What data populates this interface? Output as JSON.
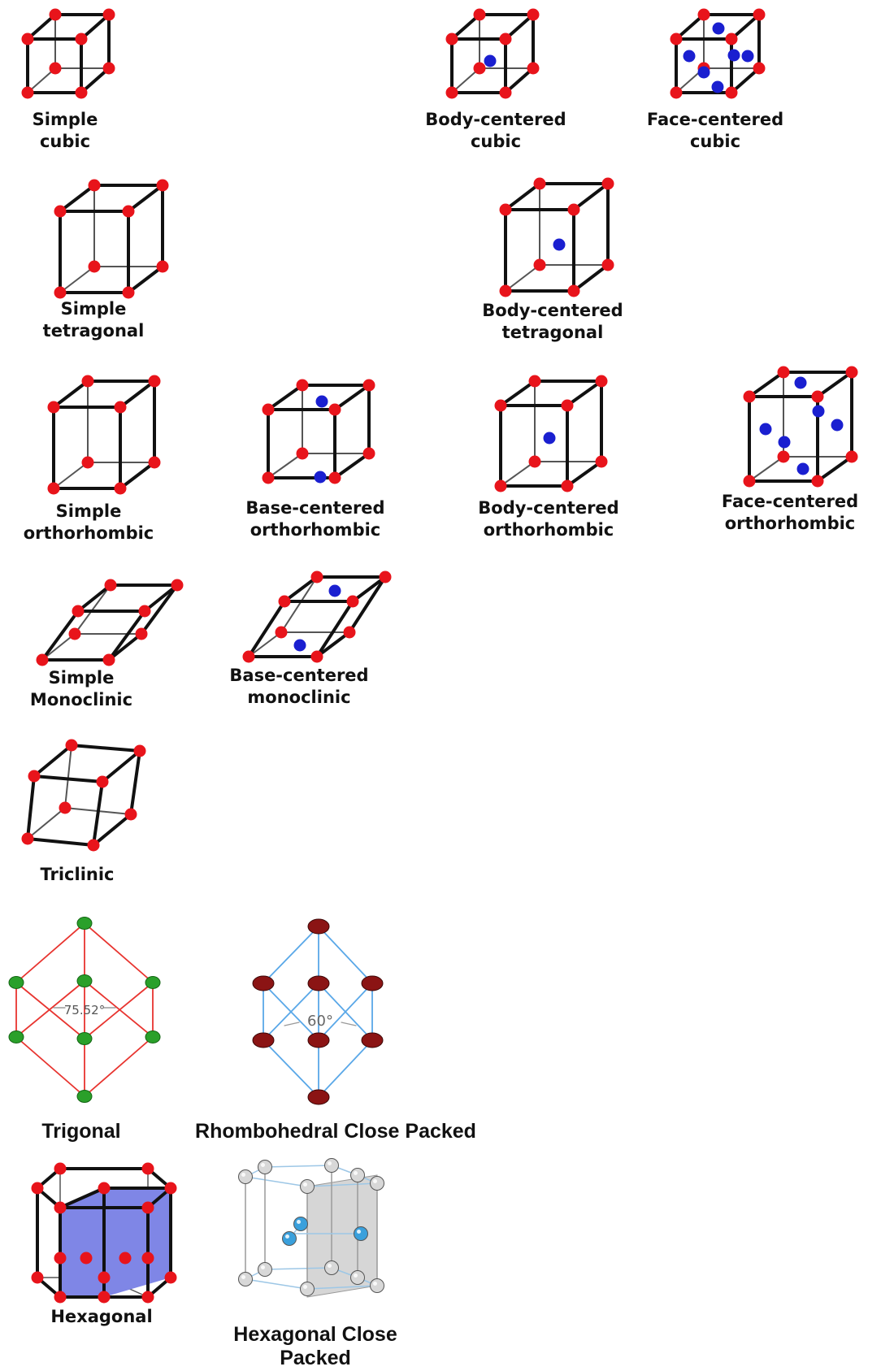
{
  "colors": {
    "edge": "#111111",
    "corner_atom": "#e8141b",
    "center_atom": "#1a1fd0",
    "trigonal_line": "#e8342f",
    "trigonal_atom": "#2aa02a",
    "rhombo_line": "#5aa8e8",
    "rhombo_atom": "#8b1414",
    "hex_face": "#7f86e6",
    "hcp_atom": "#d8d8d8",
    "hcp_center_atom": "#3aa0dc"
  },
  "labels": {
    "simple_cubic": [
      "Simple",
      "cubic"
    ],
    "bcc": [
      "Body-centered",
      "cubic"
    ],
    "fcc": [
      "Face-centered",
      "cubic"
    ],
    "simple_tetragonal": [
      "Simple",
      "tetragonal"
    ],
    "body_tetragonal": [
      "Body-centered",
      "tetragonal"
    ],
    "simple_ortho": [
      "Simple",
      "orthorhombic"
    ],
    "base_ortho": [
      "Base-centered",
      "orthorhombic"
    ],
    "body_ortho": [
      "Body-centered",
      "orthorhombic"
    ],
    "face_ortho": [
      "Face-centered",
      "orthorhombic"
    ],
    "simple_mono": [
      "Simple",
      "Monoclinic"
    ],
    "base_mono": [
      "Base-centered",
      "monoclinic"
    ],
    "triclinic": "Triclinic",
    "trigonal": "Trigonal",
    "rhombo": "Rhombohedral Close Packed",
    "hexagonal": "Hexagonal",
    "hcp": [
      "Hexagonal Close",
      "Packed"
    ]
  },
  "angles": {
    "trigonal": "75.52°",
    "rhombo": "60°"
  }
}
